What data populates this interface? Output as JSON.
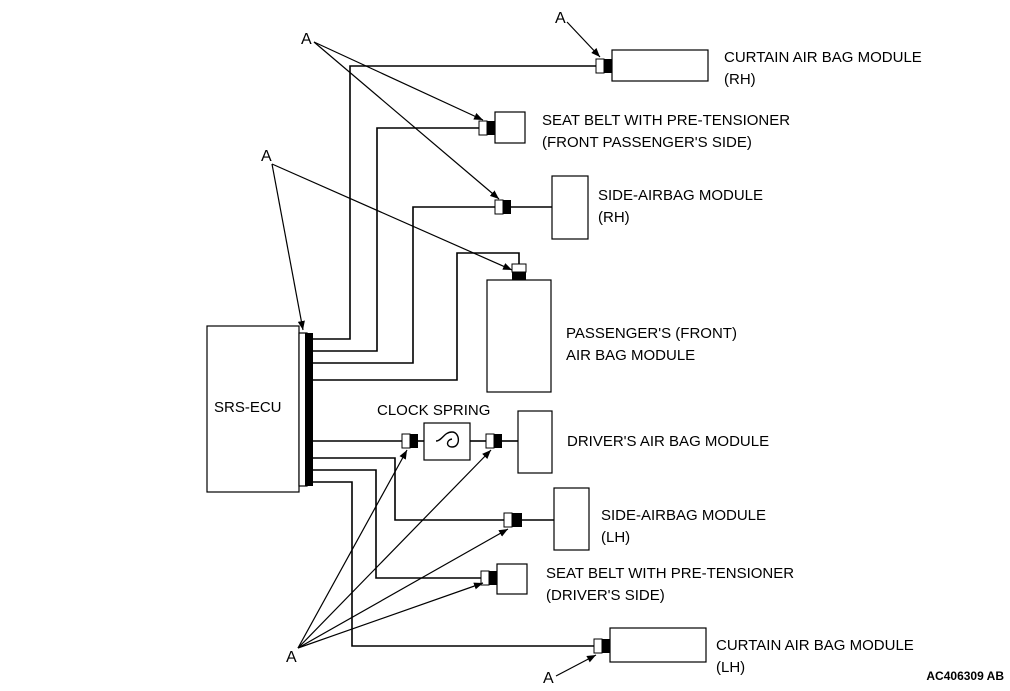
{
  "ecu_label": "SRS-ECU",
  "clock_spring_label": "CLOCK SPRING",
  "connector_label": "A",
  "reference_code": "AC406309 AB",
  "modules": {
    "curtain_rh": [
      "CURTAIN AIR BAG MODULE",
      "(RH)"
    ],
    "seatbelt_passenger": [
      "SEAT BELT WITH PRE-TENSIONER",
      "(FRONT PASSENGER'S SIDE)"
    ],
    "side_airbag_rh": [
      "SIDE-AIRBAG MODULE",
      "(RH)"
    ],
    "passenger_airbag": [
      "PASSENGER'S (FRONT)",
      "AIR BAG MODULE"
    ],
    "driver_airbag": [
      "DRIVER'S AIR BAG MODULE"
    ],
    "side_airbag_lh": [
      "SIDE-AIRBAG MODULE",
      "(LH)"
    ],
    "seatbelt_driver": [
      "SEAT BELT WITH PRE-TENSIONER",
      "(DRIVER'S SIDE)"
    ],
    "curtain_lh": [
      "CURTAIN AIR BAG MODULE",
      "(LH)"
    ]
  }
}
